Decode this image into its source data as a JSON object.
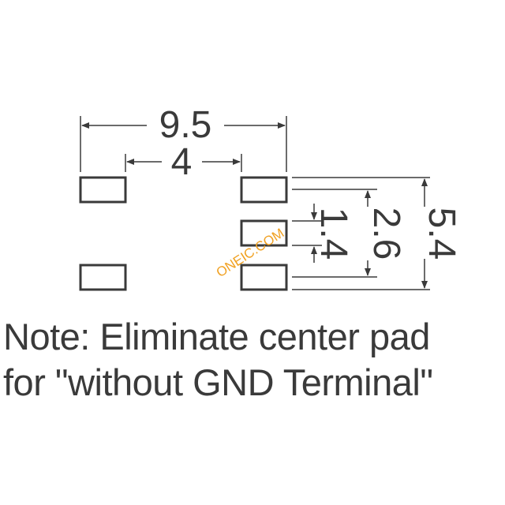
{
  "diagram": {
    "dimensions": {
      "overall_width": "9.5",
      "pad_pitch": "4",
      "overall_height": "5.4",
      "outer_pad_pitch": "2.6",
      "inner_pad_pitch": "1.4"
    },
    "watermark": "ONEIC.COM",
    "colors": {
      "line": "#3a3a3a",
      "pad_fill": "#ffffff",
      "watermark": "#f0a020"
    }
  },
  "note": {
    "line1": "Note: Eliminate center pad",
    "line2": "for \"without GND Terminal\""
  }
}
